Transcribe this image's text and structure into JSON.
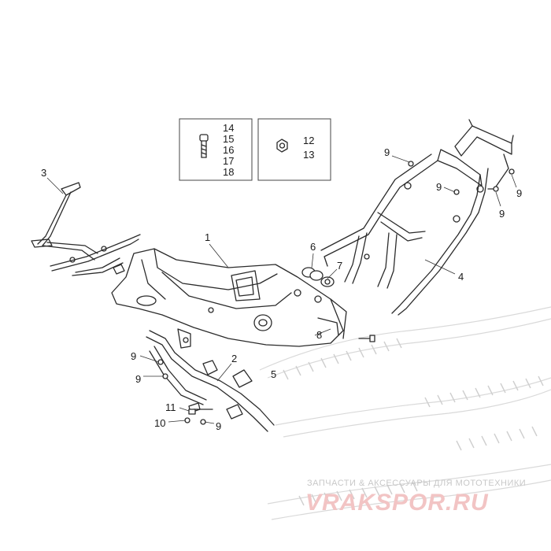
{
  "diagram": {
    "hardware_boxes": [
      {
        "id": "bolt-box",
        "labels": [
          "14",
          "15",
          "16",
          "17",
          "18"
        ],
        "icon": "bolt-icon"
      },
      {
        "id": "nut-box",
        "labels": [
          "12",
          "13"
        ],
        "icon": "nut-icon"
      }
    ],
    "callouts": {
      "c1": "1",
      "c2": "2",
      "c3": "3",
      "c4": "4",
      "c5": "5",
      "c6": "6",
      "c7": "7",
      "c8": "8",
      "c9a": "9",
      "c9b": "9",
      "c9c": "9",
      "c9d": "9",
      "c9e": "9",
      "c9f": "9",
      "c9g": "9",
      "c10": "10",
      "c11": "11"
    },
    "colors": {
      "line": "#2b2b2b",
      "watermark_red": "#f2c4c4",
      "watermark_gray": "#c8c8c8"
    }
  },
  "watermark": {
    "tagline": "ЗАПЧАСТИ & АКСЕССУАРЫ ДЛЯ МОТОТЕХНИКИ",
    "brand": "VRAKSPOR.RU"
  }
}
